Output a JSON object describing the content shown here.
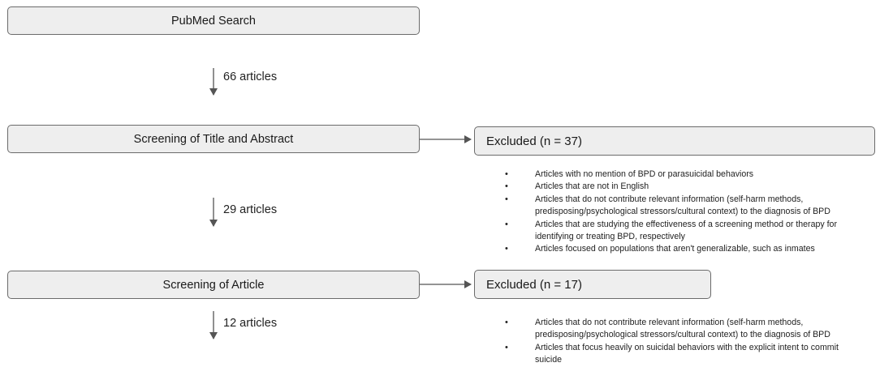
{
  "diagram": {
    "search_box": "PubMed Search",
    "count_1": "66 articles",
    "screen_title_box": "Screening of Title and Abstract",
    "excluded_1": "Excluded (n = 37)",
    "excluded_1_reasons": [
      "Articles with no mention of BPD or parasuicidal behaviors",
      "Articles that are not in English",
      "Articles that do not contribute relevant information (self-harm methods, predisposing/psychological stressors/cultural context) to the diagnosis of BPD",
      "Articles that are studying the effectiveness of a screening method or therapy for identifying or treating BPD, respectively",
      "Articles focused on populations that aren't generalizable, such as inmates"
    ],
    "count_2": "29 articles",
    "screen_article_box": "Screening of Article",
    "excluded_2": "Excluded (n = 17)",
    "excluded_2_reasons": [
      "Articles that do not contribute relevant information (self-harm methods, predisposing/psychological stressors/cultural context) to the diagnosis of BPD",
      "Articles that focus heavily on suicidal behaviors with the explicit intent to commit suicide"
    ],
    "count_3": "12 articles"
  }
}
